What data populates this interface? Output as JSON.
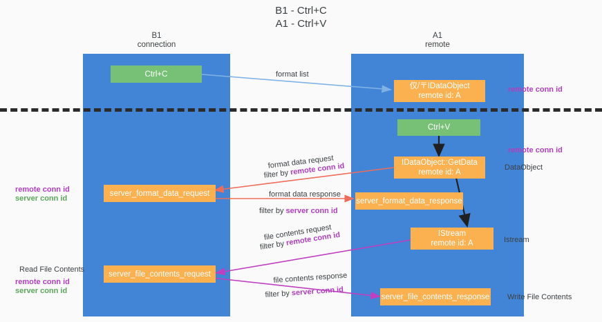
{
  "title": {
    "line1": "B1 - Ctrl+C",
    "line2": "A1 - Ctrl+V"
  },
  "columns": [
    {
      "name": "B1",
      "role": "connection"
    },
    {
      "name": "A1",
      "role": "remote"
    }
  ],
  "colors": {
    "lane": "#4285d6",
    "green_box": "#77c176",
    "orange_box": "#fbb150",
    "remote_conn_id": "#b03fc0",
    "server_conn_id": "#5aa85a",
    "arrow_format_list": "#7fb2e5",
    "arrow_format_data": "#ef6c5a",
    "arrow_file_contents": "#c03fc0",
    "arrow_black": "#202020",
    "divider": "#2b2b2b"
  },
  "boxes": {
    "ctrl_c": "Ctrl+C",
    "ctrl_v": "Ctrl+V",
    "idataobject_title": "仅/〒IDataObject",
    "idataobject_sub": "remote id: A",
    "getdata_title": "IDataObject::GetData",
    "getdata_sub": "remote id: A",
    "istream_title": "IStream",
    "istream_sub": "remote id: A",
    "server_format_data_request": "server_format_data_request",
    "server_format_data_response": "server_format_data_response",
    "server_file_contents_request": "server_file_contents_request",
    "server_file_contents_response": "server_file_contents_response"
  },
  "arrow_labels": {
    "format_list": "format list",
    "format_data_request": "format data request",
    "format_data_request_filter_prefix": "filter by ",
    "format_data_request_filter_key": "remote conn id",
    "format_data_response": "format data response",
    "format_data_response_filter_prefix": "filter by ",
    "format_data_response_filter_key": "server conn id",
    "file_contents_request": "file contents request",
    "file_contents_request_filter_prefix": "filter by ",
    "file_contents_request_filter_key": "remote conn id",
    "file_contents_response": "file contents response",
    "file_contents_response_filter_prefix": "filter by ",
    "file_contents_response_filter_key": "server conn id"
  },
  "right_labels": {
    "remote_conn_id_top": "remote conn id",
    "remote_conn_id_mid": "remote conn id",
    "dataobject": "DataObject",
    "istream": "Istream",
    "write_file_contents": "Write File Contents"
  },
  "left_labels": {
    "remote_conn_id_mid": "remote conn id",
    "server_conn_id_mid": "server conn id",
    "read_file_contents": "Read File Contents",
    "remote_conn_id_bottom": "remote conn id",
    "server_conn_id_bottom": "server conn id"
  }
}
